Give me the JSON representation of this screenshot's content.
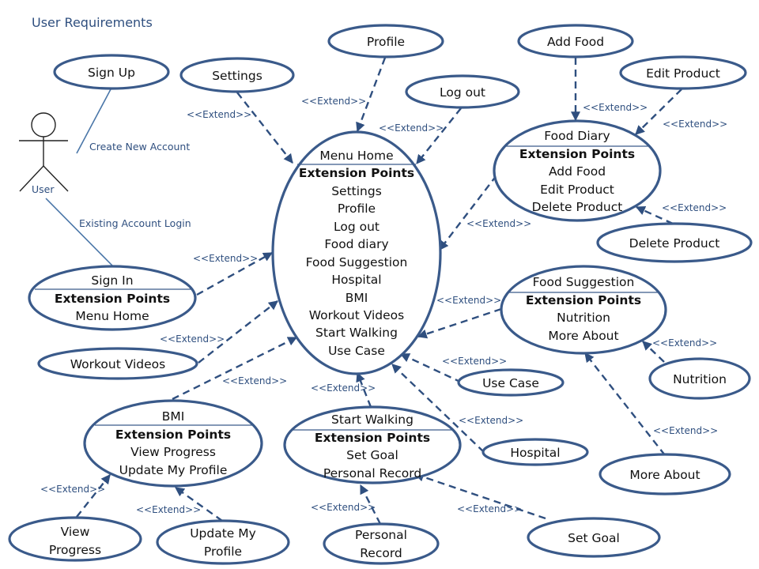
{
  "title": "User Requirements",
  "actor": {
    "label": "User"
  },
  "associations": [
    {
      "label": "Create New Account",
      "target": "Sign Up"
    },
    {
      "label": "Existing Account Login",
      "target": "Sign In"
    }
  ],
  "extend_label": "<<Extend>>",
  "extension_points_heading": "Extension Points",
  "use_cases": {
    "menu_home": {
      "name": "Menu Home",
      "extension_points": [
        "Settings",
        "Profile",
        "Log out",
        "Food diary",
        "Food Suggestion",
        "Hospital",
        "BMI",
        "Workout Videos",
        "Start Walking",
        "Use Case"
      ]
    },
    "food_diary": {
      "name": "Food Diary",
      "extension_points": [
        "Add Food",
        "Edit Product",
        "Delete Product"
      ]
    },
    "food_suggestion": {
      "name": "Food Suggestion",
      "extension_points": [
        "Nutrition",
        "More About"
      ]
    },
    "sign_in": {
      "name": "Sign In",
      "extension_points": [
        "Menu Home"
      ]
    },
    "bmi": {
      "name": "BMI",
      "extension_points": [
        "View Progress",
        "Update My Profile"
      ]
    },
    "start_walking": {
      "name": "Start Walking",
      "extension_points": [
        "Set Goal",
        "Personal Record"
      ]
    },
    "sign_up": {
      "name": "Sign Up"
    },
    "settings": {
      "name": "Settings"
    },
    "profile": {
      "name": "Profile"
    },
    "log_out": {
      "name": "Log out"
    },
    "add_food": {
      "name": "Add Food"
    },
    "edit_product": {
      "name": "Edit Product"
    },
    "delete_product": {
      "name": "Delete Product"
    },
    "nutrition": {
      "name": "Nutrition"
    },
    "more_about": {
      "name": "More About"
    },
    "use_case": {
      "name": "Use Case"
    },
    "hospital": {
      "name": "Hospital"
    },
    "workout_videos": {
      "name": "Workout Videos"
    },
    "view_progress": {
      "name": [
        "View",
        "Progress"
      ]
    },
    "update_my_profile": {
      "name": [
        "Update My",
        "Profile"
      ]
    },
    "personal_record": {
      "name": [
        "Personal",
        "Record"
      ]
    },
    "set_goal": {
      "name": "Set Goal"
    }
  },
  "extend_relations": [
    {
      "from": "Settings",
      "to": "Menu Home"
    },
    {
      "from": "Profile",
      "to": "Menu Home"
    },
    {
      "from": "Log out",
      "to": "Menu Home"
    },
    {
      "from": "Food Diary",
      "to": "Menu Home"
    },
    {
      "from": "Food Suggestion",
      "to": "Menu Home"
    },
    {
      "from": "Sign In",
      "to": "Menu Home"
    },
    {
      "from": "Workout Videos",
      "to": "Menu Home"
    },
    {
      "from": "BMI",
      "to": "Menu Home"
    },
    {
      "from": "Start Walking",
      "to": "Menu Home"
    },
    {
      "from": "Use Case",
      "to": "Menu Home"
    },
    {
      "from": "Hospital",
      "to": "Menu Home"
    },
    {
      "from": "Add Food",
      "to": "Food Diary"
    },
    {
      "from": "Edit Product",
      "to": "Food Diary"
    },
    {
      "from": "Delete Product",
      "to": "Food Diary"
    },
    {
      "from": "Nutrition",
      "to": "Food Suggestion"
    },
    {
      "from": "More About",
      "to": "Food Suggestion"
    },
    {
      "from": "View Progress",
      "to": "BMI"
    },
    {
      "from": "Update My Profile",
      "to": "BMI"
    },
    {
      "from": "Personal Record",
      "to": "Start Walking"
    },
    {
      "from": "Set Goal",
      "to": "Start Walking"
    }
  ]
}
